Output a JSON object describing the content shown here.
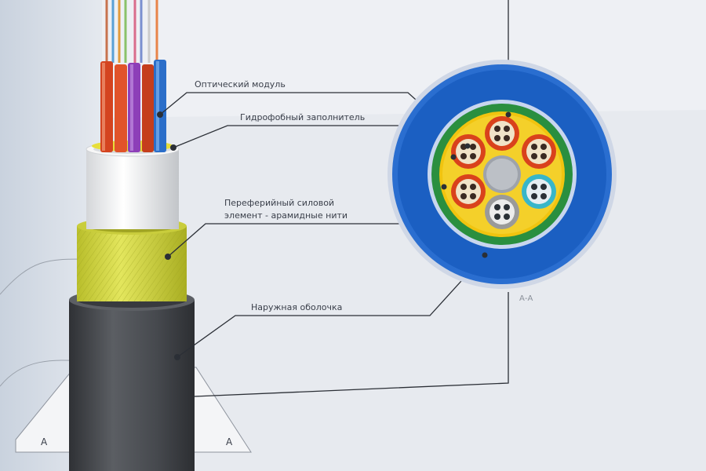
{
  "labels": {
    "optical_module": "Оптический модуль",
    "hydrophobic_filler": "Гидрофобный заполнитель",
    "peripheral_strength_line1": "Переферийный силовой",
    "peripheral_strength_line2": "элемент - арамидные нити",
    "outer_sheath": "Наружная оболочка"
  },
  "section": {
    "left_marker": "А",
    "right_marker": "А",
    "cross_section_caption": "А-А"
  },
  "colors": {
    "outer_sheath": "#1b5fc2",
    "aramid": "#2a8f3f",
    "filler": "#f1c40f",
    "module_red": "#d9421c",
    "module_cyan": "#38b6c9",
    "module_gray": "#9a9a9a",
    "jacket_dark": "#4a4d52",
    "yarn_yellow": "#d7db4a"
  }
}
